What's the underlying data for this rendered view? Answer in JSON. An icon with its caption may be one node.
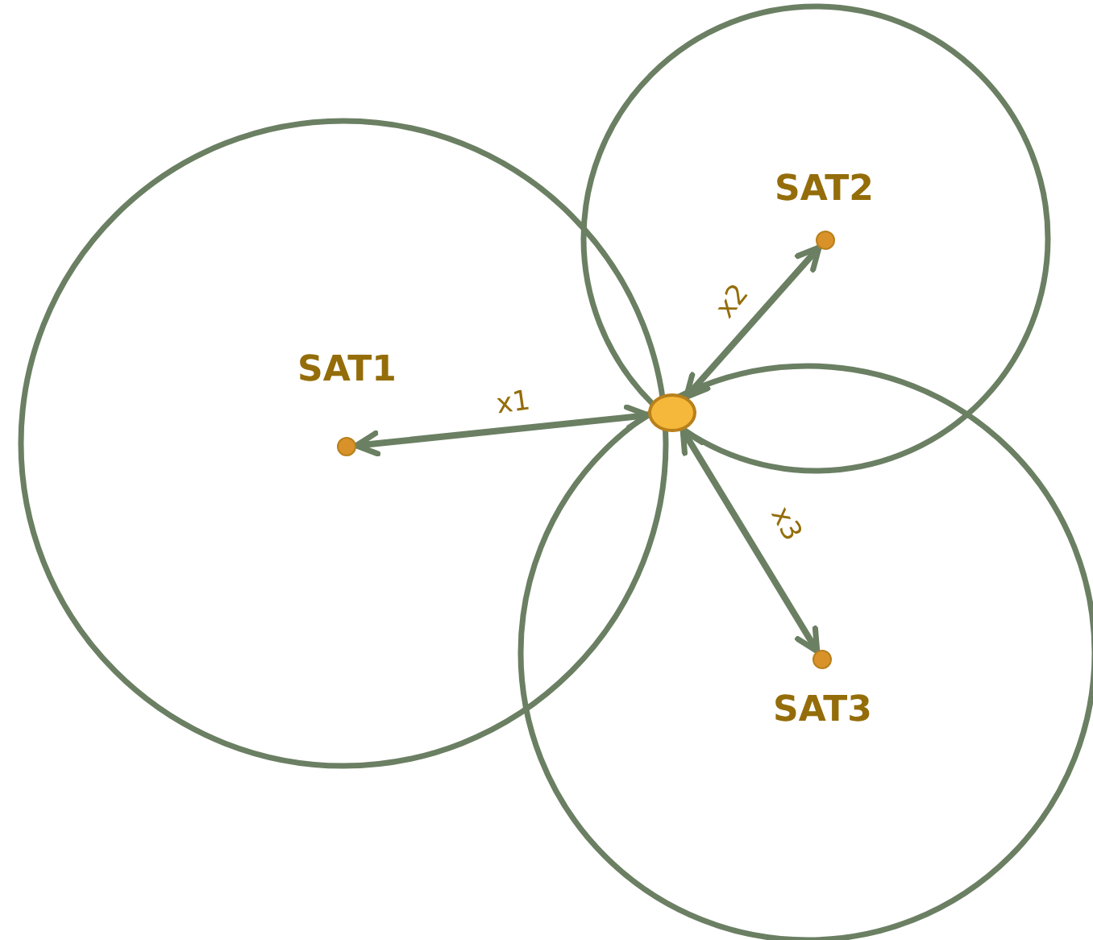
{
  "diagram": {
    "nodes": [
      {
        "text": [],
        "shape": "circle",
        "beside": [
          "SAT1"
        ]
      },
      {
        "text": [],
        "shape": "circle",
        "beside": [
          "SAT2"
        ]
      },
      {
        "text": [],
        "shape": "circle",
        "beside": [
          "SAT3"
        ]
      },
      {
        "text": [],
        "shape": "circle"
      }
    ],
    "edges": [
      {
        "from": 3,
        "to": 0,
        "arrow": "both",
        "label": "x1"
      },
      {
        "from": 3,
        "to": 1,
        "arrow": "both",
        "label": "x2"
      },
      {
        "from": 3,
        "to": 2,
        "arrow": "both",
        "label": "x3"
      }
    ]
  }
}
